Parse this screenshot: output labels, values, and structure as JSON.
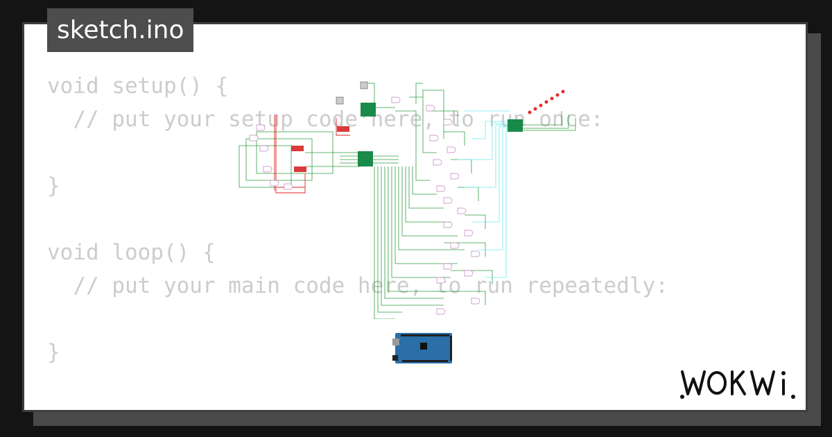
{
  "tab": {
    "filename": "sketch.ino"
  },
  "code": {
    "lines": [
      "void setup() {",
      "  // put your setup code here, to run once:",
      "",
      "}",
      "",
      "void loop() {",
      "  // put your main code here, to run repeatedly:",
      "",
      "}"
    ]
  },
  "brand": {
    "name": "WOKWi"
  },
  "colors": {
    "page_bg": "#141414",
    "card_bg": "#ffffff",
    "tab_bg": "#4d4d4d",
    "code_text": "#cccccc",
    "wire_green": "#2e9e3e",
    "wire_red": "#e02020",
    "wire_cyan": "#6fe7f0",
    "board_blue": "#2a6fa8"
  },
  "icons": [
    "arduino-mega-board",
    "logic-gate-icon",
    "led-icon",
    "dip-switch-icon",
    "pushbutton-icon"
  ]
}
